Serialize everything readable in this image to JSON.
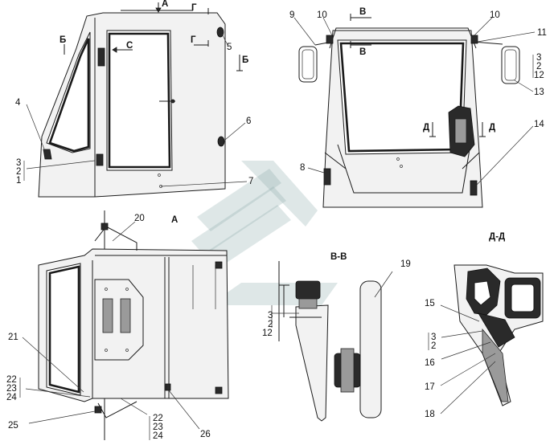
{
  "labels": {
    "l1": "1",
    "l2": "2",
    "l3": "3",
    "l4": "4",
    "l5": "5",
    "l6": "6",
    "l7": "7",
    "l8": "8",
    "l9": "9",
    "l10a": "10",
    "l10b": "10",
    "l11": "11",
    "l2b": "2",
    "l3b": "3",
    "l12": "12",
    "l13": "13",
    "l14": "14",
    "l15": "15",
    "l16": "16",
    "l17": "17",
    "l18": "18",
    "l19": "19",
    "l20": "20",
    "l21": "21",
    "l22a": "22",
    "l23a": "23",
    "l24a": "24",
    "l22b": "22",
    "l23b": "23",
    "l24b": "24",
    "l25": "25",
    "l26": "26",
    "bv3": "3",
    "bv2": "2",
    "bv12": "12",
    "dd3": "3",
    "dd2": "2"
  },
  "section_marks": {
    "A_top": "A",
    "A_view": "A",
    "B1": "Б",
    "B2": "Б",
    "G1": "Г",
    "G2": "Г",
    "C": "C",
    "V1": "В",
    "V2": "В",
    "D1": "Д",
    "D2": "Д"
  },
  "section_titles": {
    "bb": "В-В",
    "dd": "Д-Д"
  }
}
